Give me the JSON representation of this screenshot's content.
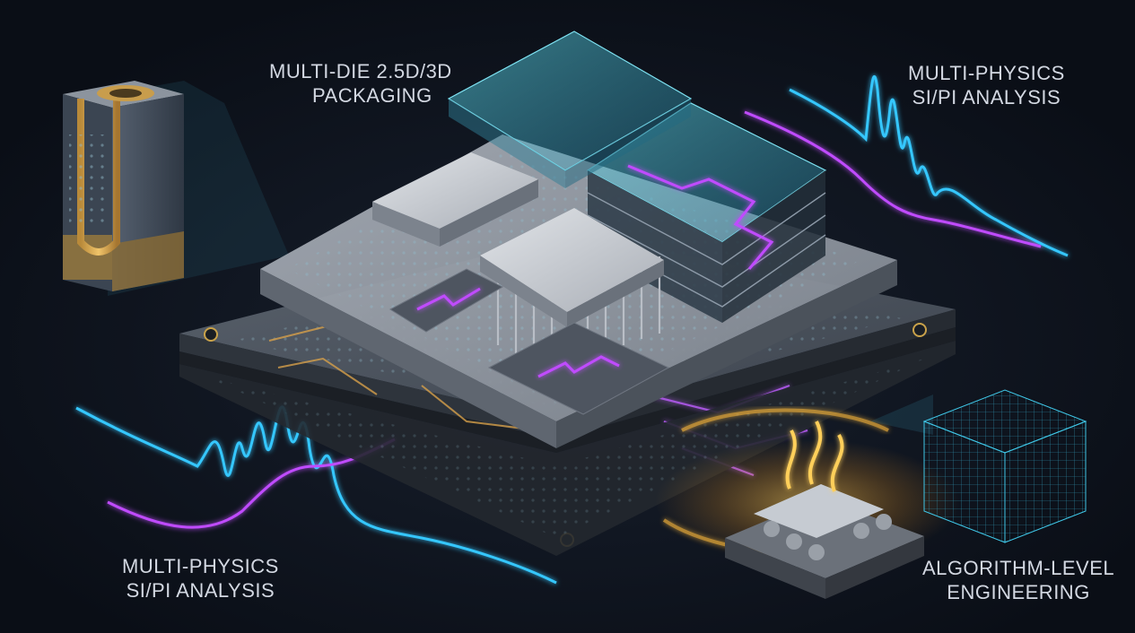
{
  "labels": {
    "packaging": {
      "line1": "MULTI-DIE 2.5D/3D",
      "line2": "PACKAGING"
    },
    "physics_top_right": {
      "line1": "MULTI-PHYSICS",
      "line2": "SI/PI ANALYSIS"
    },
    "physics_bottom_left": {
      "line1": "MULTI-PHYSICS",
      "line2": "SI/PI ANALYSIS"
    },
    "algorithm": {
      "line1": "ALGORITHM-LEVEL",
      "line2": "ENGINEERING"
    }
  },
  "colors": {
    "background": "#0c111b",
    "cyan": "#35c7ff",
    "magenta": "#c04cff",
    "gold": "#f2b23a",
    "substrate": "#4b535e",
    "interposer": "#8b929c",
    "die": "#c6cbd2"
  },
  "icons": [
    "tsv-cross-section",
    "signal-waveform",
    "fem-mesh-cube",
    "heat-chip"
  ]
}
